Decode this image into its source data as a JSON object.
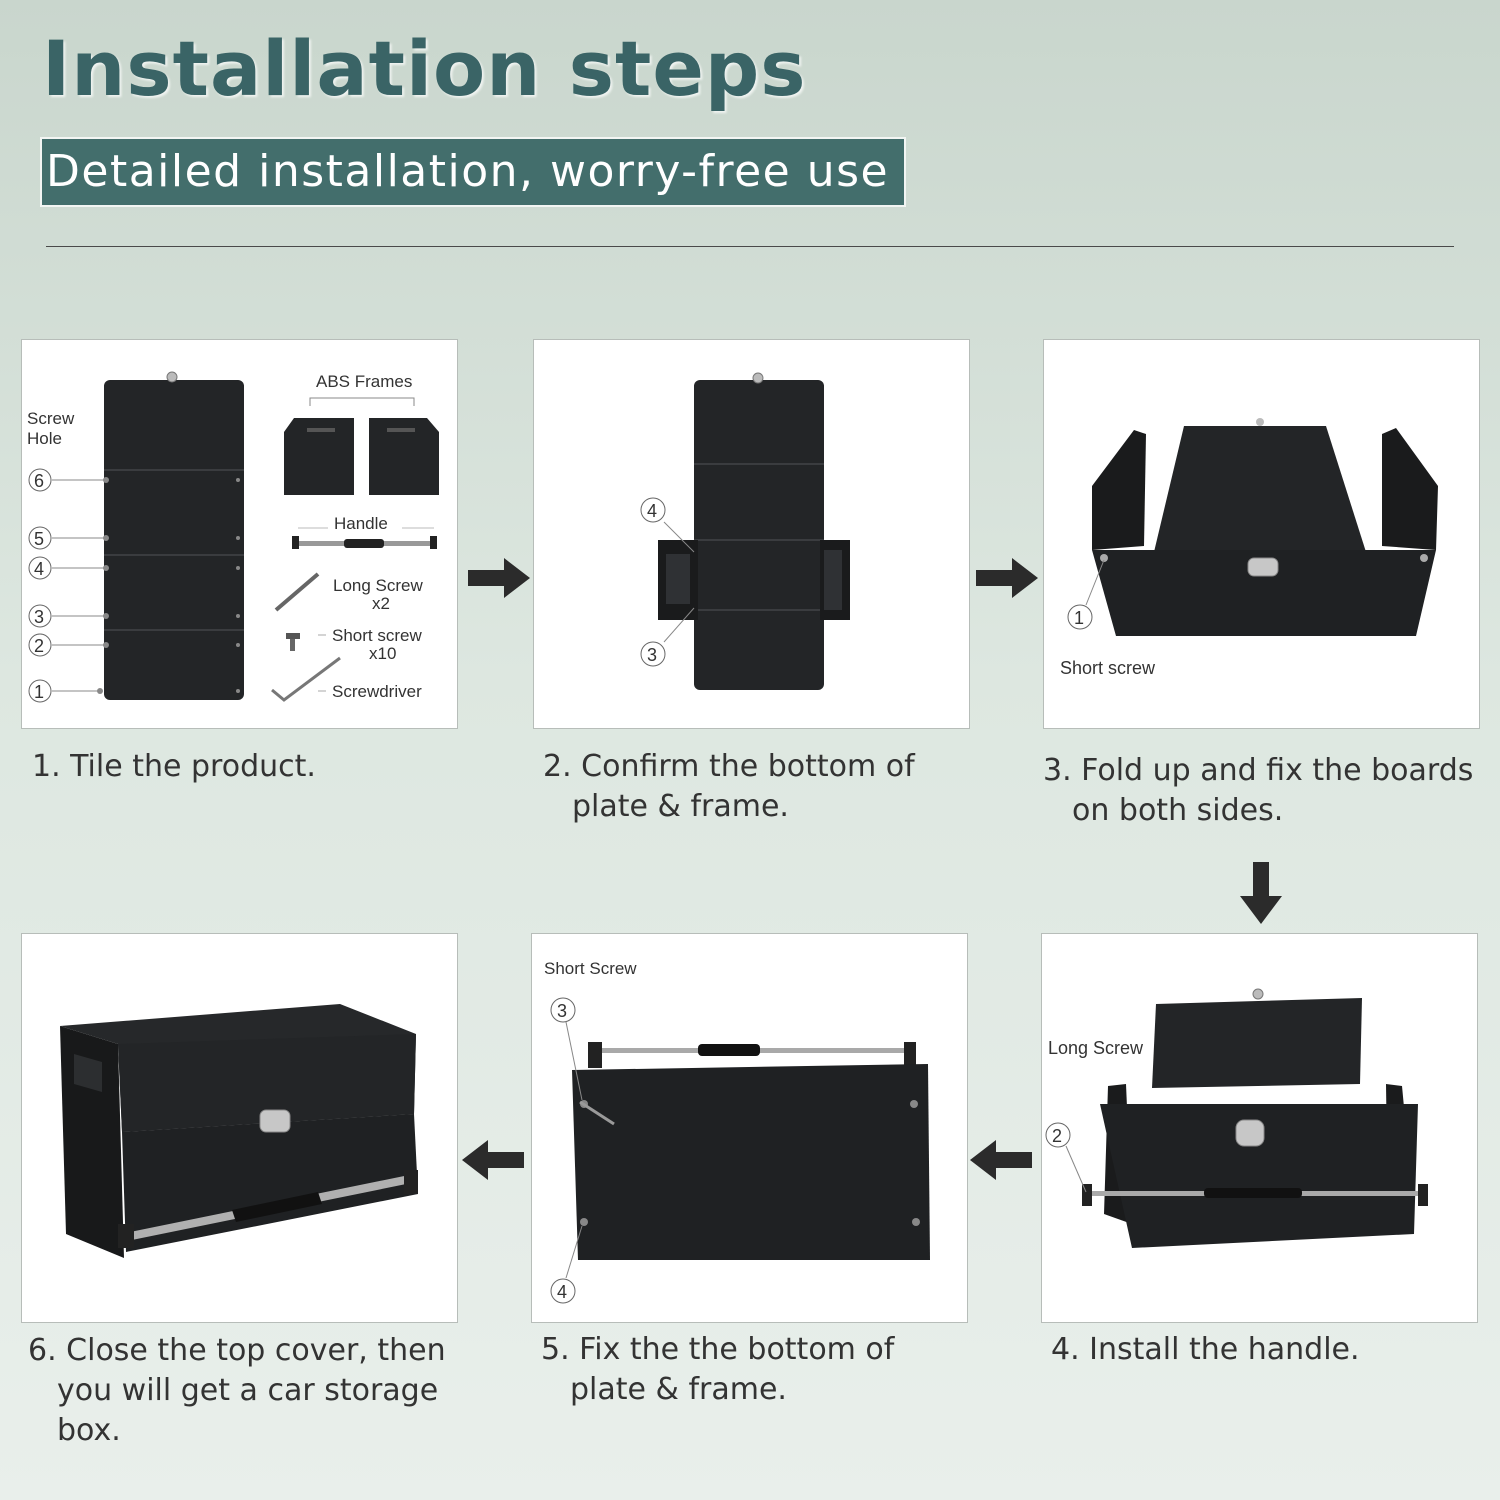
{
  "header": {
    "title": "Installation steps",
    "subtitle": "Detailed installation, worry-free use"
  },
  "steps": [
    {
      "caption_line1": "1. Tile the product.",
      "caption_line2": "",
      "labels": {
        "screw_hole_1": "Screw",
        "screw_hole_2": "Hole",
        "abs_frames": "ABS Frames",
        "handle": "Handle",
        "long_screw": "Long Screw",
        "long_screw_qty": "x2",
        "short_screw": "Short screw",
        "short_screw_qty": "x10",
        "screwdriver": "Screwdriver"
      },
      "markers": [
        "6",
        "5",
        "4",
        "3",
        "2",
        "1"
      ]
    },
    {
      "caption_line1": "2. Confirm the bottom of",
      "caption_line2": "plate & frame.",
      "markers": [
        "4",
        "3"
      ]
    },
    {
      "caption_line1": "3. Fold up and fix the boards",
      "caption_line2": "on both sides.",
      "labels": {
        "short_screw": "Short screw"
      },
      "markers": [
        "1"
      ]
    },
    {
      "caption_line1": "4. Install the handle.",
      "caption_line2": "",
      "labels": {
        "long_screw": "Long Screw"
      },
      "markers": [
        "2"
      ]
    },
    {
      "caption_line1": "5. Fix the the bottom of",
      "caption_line2": "plate & frame.",
      "labels": {
        "short_screw": "Short Screw"
      },
      "markers": [
        "3",
        "4"
      ]
    },
    {
      "caption_line1": "6. Close the top cover, then",
      "caption_line2": "you will get a car storage",
      "caption_line3": "box."
    }
  ],
  "colors": {
    "title": "#3a6466",
    "subtitle_bg": "#436e6c",
    "product": "#1f2123",
    "arrow": "#2b2b2b"
  },
  "icons": [
    "arrow-right-icon",
    "arrow-down-icon",
    "arrow-left-icon"
  ]
}
